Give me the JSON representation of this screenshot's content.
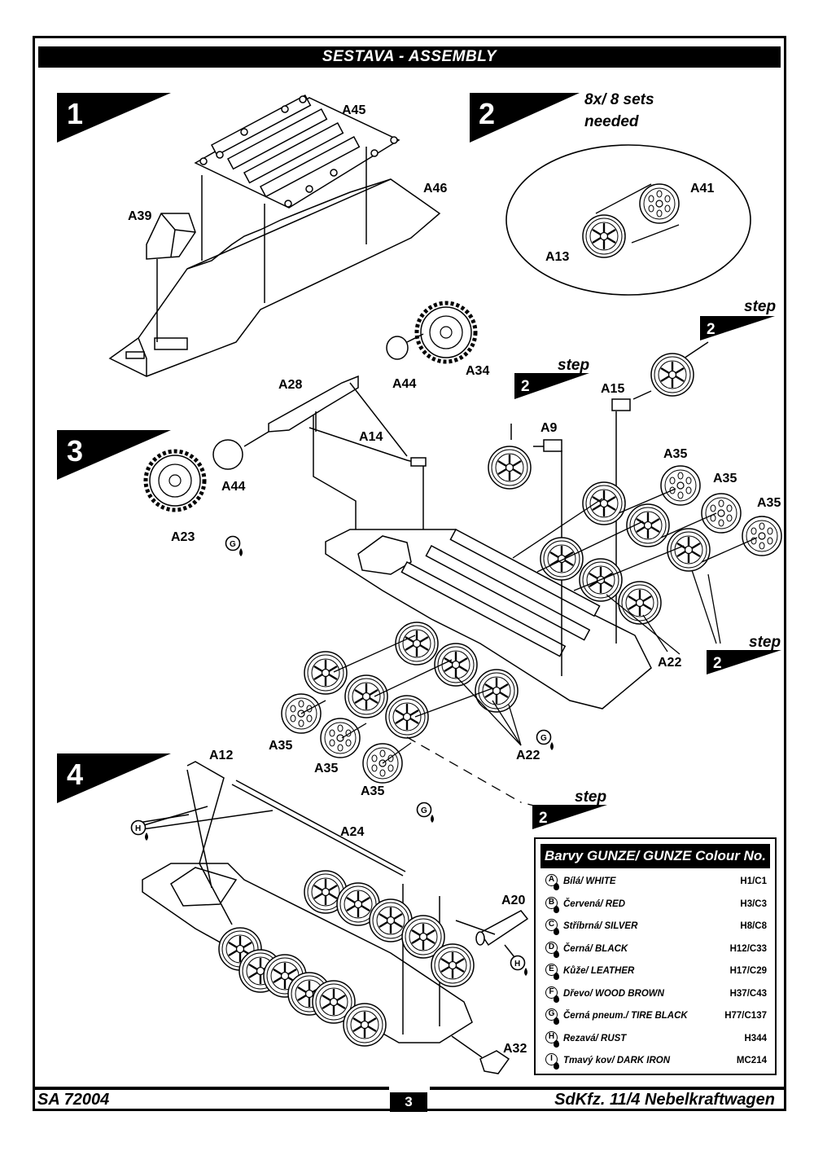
{
  "header": {
    "title": "SESTAVA -  ASSEMBLY"
  },
  "steps": [
    {
      "number": "1"
    },
    {
      "number": "2",
      "note_line1": "8x/ 8 sets",
      "note_line2": "needed"
    },
    {
      "number": "3"
    },
    {
      "number": "4"
    }
  ],
  "step_ref": {
    "number": "2",
    "word": "step"
  },
  "parts": {
    "A45": "A45",
    "A46": "A46",
    "A39": "A39",
    "A41": "A41",
    "A13": "A13",
    "A34": "A34",
    "A44": "A44",
    "A28": "A28",
    "A14": "A14",
    "A23": "A23",
    "A15": "A15",
    "A9": "A9",
    "A35": "A35",
    "A22": "A22",
    "A12": "A12",
    "A24": "A24",
    "A20": "A20",
    "A32": "A32"
  },
  "paint_marks": {
    "G": "G",
    "H": "H"
  },
  "legend": {
    "title": "Barvy GUNZE/ GUNZE Colour No.",
    "rows": [
      {
        "letter": "A",
        "name": "Bílá/ WHITE",
        "code": "H1/C1"
      },
      {
        "letter": "B",
        "name": "Červená/ RED",
        "code": "H3/C3"
      },
      {
        "letter": "C",
        "name": "Stříbrná/ SILVER",
        "code": "H8/C8"
      },
      {
        "letter": "D",
        "name": "Černá/ BLACK",
        "code": "H12/C33"
      },
      {
        "letter": "E",
        "name": "Kůže/ LEATHER",
        "code": "H17/C29"
      },
      {
        "letter": "F",
        "name": "Dřevo/ WOOD BROWN",
        "code": "H37/C43"
      },
      {
        "letter": "G",
        "name": "Černá pneum./ TIRE BLACK",
        "code": "H77/C137"
      },
      {
        "letter": "H",
        "name": "Rezavá/ RUST",
        "code": "H344"
      },
      {
        "letter": "I",
        "name": "Tmavý kov/ DARK IRON",
        "code": "MC214"
      }
    ]
  },
  "footer": {
    "left": "SA 72004",
    "page": "3",
    "right": "SdKfz. 11/4 Nebelkraftwagen"
  }
}
